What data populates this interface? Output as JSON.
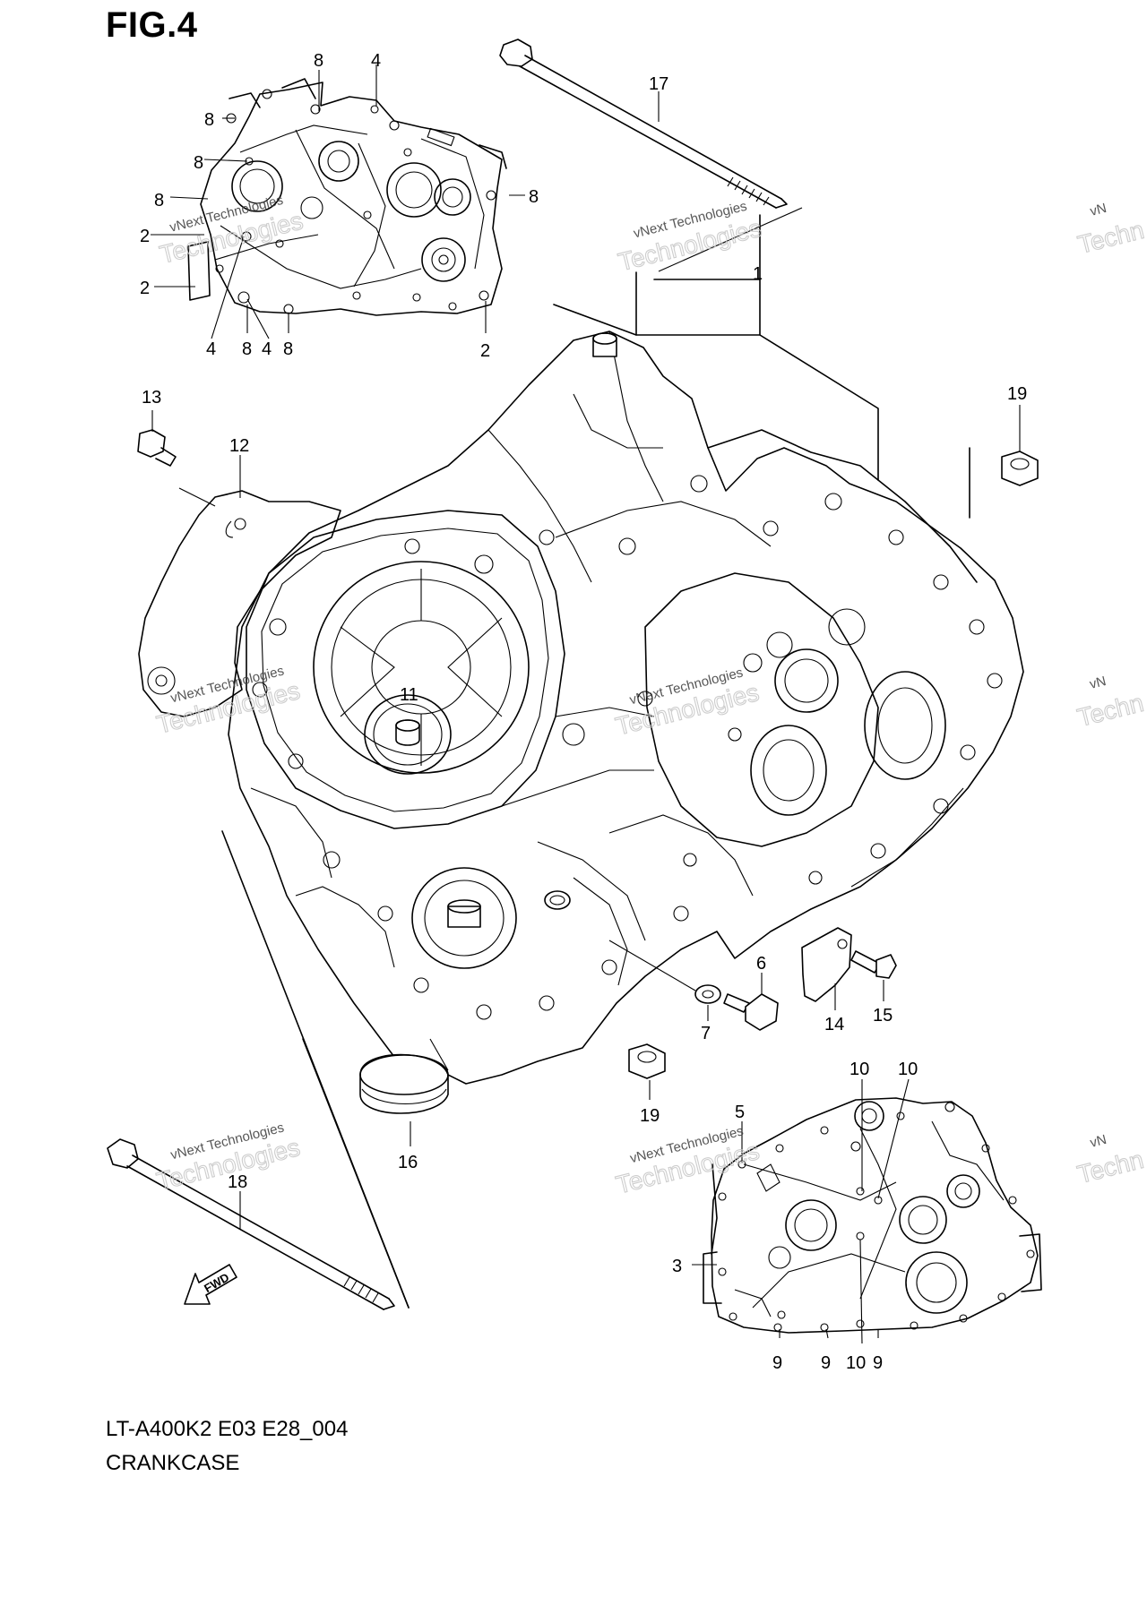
{
  "figure": {
    "title": "FIG.4",
    "model_code": "LT-A400K2 E03 E28_004",
    "section_name": "CRANKCASE",
    "fwd_label": "FWD"
  },
  "watermark": {
    "line1": "vNext Technologies",
    "line2": "Technologies",
    "partial_a": "vNext",
    "partial_b": "vNext Technologies",
    "partial_c": "vN",
    "partial_d": "Techn"
  },
  "callouts": {
    "n1": "1",
    "n2": "2",
    "n3": "3",
    "n4": "4",
    "n5": "5",
    "n6": "6",
    "n7": "7",
    "n8": "8",
    "n9": "9",
    "n10": "10",
    "n11": "11",
    "n12": "12",
    "n13": "13",
    "n14": "14",
    "n15": "15",
    "n16": "16",
    "n17": "17",
    "n18": "18",
    "n19": "19"
  }
}
